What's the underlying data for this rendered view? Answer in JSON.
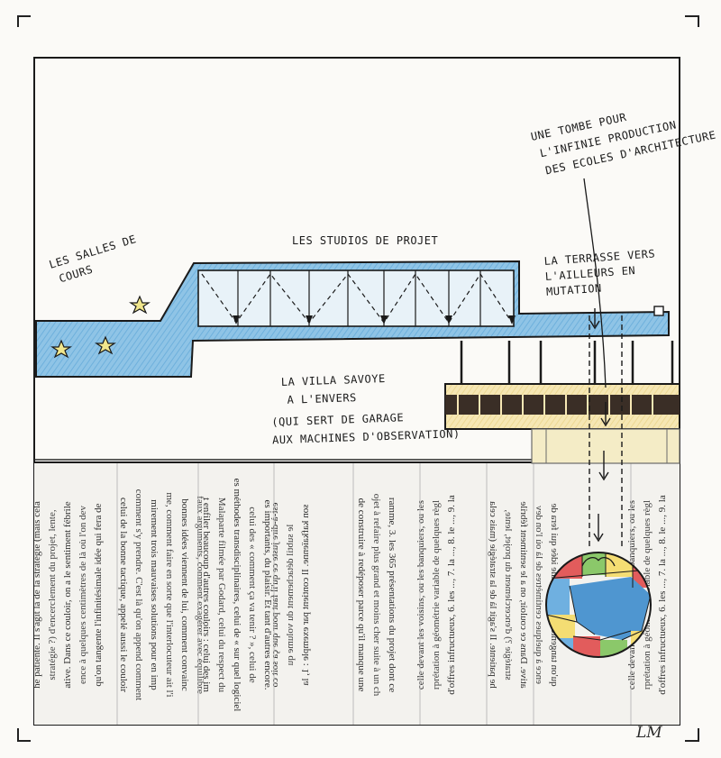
{
  "annotations": {
    "salles_l1": "LES SALLES DE",
    "salles_l2": "COURS",
    "studios": "LES STUDIOS DE PROJET",
    "tombe_l1": "UNE TOMBE POUR",
    "tombe_l2": "L'INFINIE PRODUCTION",
    "tombe_l3": "DES ECOLES D'ARCHITECTURE",
    "terrasse_l1": "LA TERRASSE VERS",
    "terrasse_l2": "L'AILLEURS EN",
    "terrasse_l3": "MUTATION",
    "villa_l1": "LA VILLA SAVOYE",
    "villa_l2": "A L'ENVERS",
    "villa_l3": "(QUI SERT DE GARAGE",
    "villa_l4": "AUX MACHINES D'OBSERVATION)"
  },
  "signature": "LM",
  "collage_text": {
    "lines": [
      "he patiente. Il s'agit là de la stratégie (mais cela",
      "stratégie ?) d'encerclement du projet, lente,",
      "ative. Dans ce couloir, on a le sentiment fébrile",
      "ence à quelques centimètres de là où l'on dev",
      "qu'on tangente l'infinitésimale idée qui fera de",
      "celui de la bonne tactique, appelé aussi le couloir",
      "comment s'y prendre. C'est là qu'on append comment",
      "mirement trois mauvaises solutions pour en imp",
      "me, comment faire en sorte que l'interlocuteur ait l'i",
      "bonnes idées viennent de lui, comment convainc",
      "faux arguments, comment exagérer avec équilibre",
      "t enfiler beaucoup d'autres couloirs : celui des im",
      "Malaparte filmée par Godard, celui du respect du",
      "es méthodes transdisciplinaires, celui de « sur quel logiciel",
      "celui des « comment ça va tenir ? », celui de",
      "es importants, du plaisir. Et tant d'autres encore.",
      "est-à-dire juste ce qu'il faut pour que ça soit co",
      "le subtil détachement du volume qu",
      "son kafkaïenne. Il contient par exemple : 1, la",
      "de construire à redéposer parce qu'il manque une",
      "ojet à refaire plus grand et moins cher suite à un ch",
      "ramme, 3. les 365 présentations du projet dont ce",
      "celle devant les voisins, ou les banquiers, ou les",
      "rprétation à géométrie variable de quelques règl",
      "d'offres infructueux, 6. les ..., 7. la ..., 8. le ..., 9. la"
    ]
  }
}
